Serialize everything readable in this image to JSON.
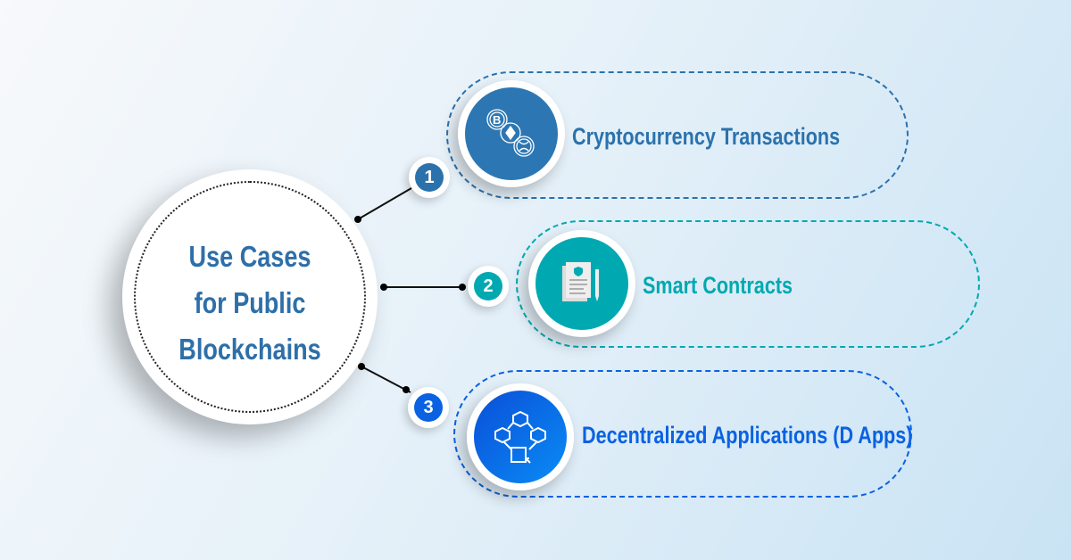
{
  "hub": {
    "title_lines": [
      "Use Cases",
      "for Public",
      "Blockchains"
    ]
  },
  "items": [
    {
      "number": "1",
      "label": "Cryptocurrency Transactions",
      "icon": "crypto-coins-icon",
      "color": "#2b72ad"
    },
    {
      "number": "2",
      "label": "Smart Contracts",
      "icon": "contract-document-icon",
      "color": "#00a9b1"
    },
    {
      "number": "3",
      "label": "Decentralized Applications (D Apps)",
      "icon": "blockchain-network-icon",
      "color": "#0a62e2"
    }
  ]
}
